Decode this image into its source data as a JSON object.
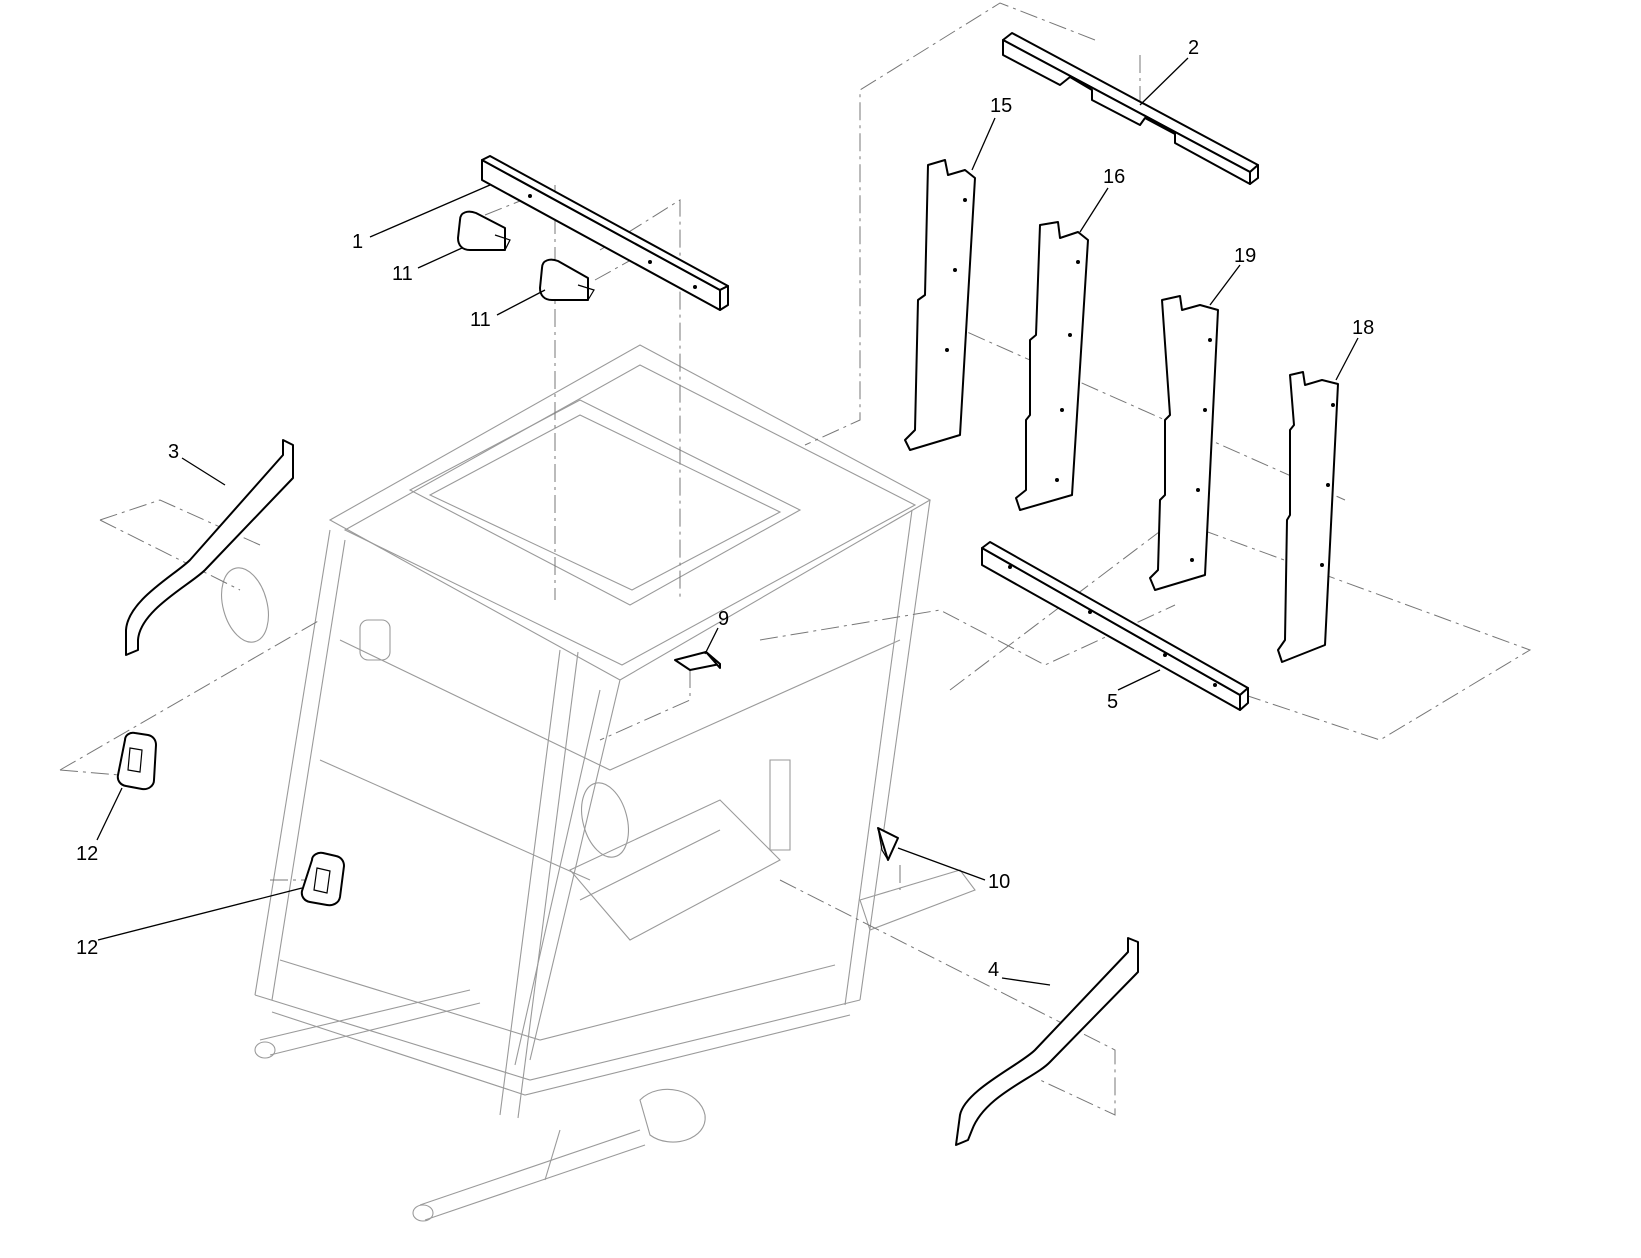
{
  "diagram": {
    "callouts": [
      {
        "id": "c1",
        "label": "1"
      },
      {
        "id": "c2",
        "label": "2"
      },
      {
        "id": "c3",
        "label": "3"
      },
      {
        "id": "c4",
        "label": "4"
      },
      {
        "id": "c5",
        "label": "5"
      },
      {
        "id": "c9",
        "label": "9"
      },
      {
        "id": "c10",
        "label": "10"
      },
      {
        "id": "c11a",
        "label": "11"
      },
      {
        "id": "c11b",
        "label": "11"
      },
      {
        "id": "c12a",
        "label": "12"
      },
      {
        "id": "c12b",
        "label": "12"
      },
      {
        "id": "c15",
        "label": "15"
      },
      {
        "id": "c16",
        "label": "16"
      },
      {
        "id": "c18",
        "label": "18"
      },
      {
        "id": "c19",
        "label": "19"
      }
    ]
  }
}
